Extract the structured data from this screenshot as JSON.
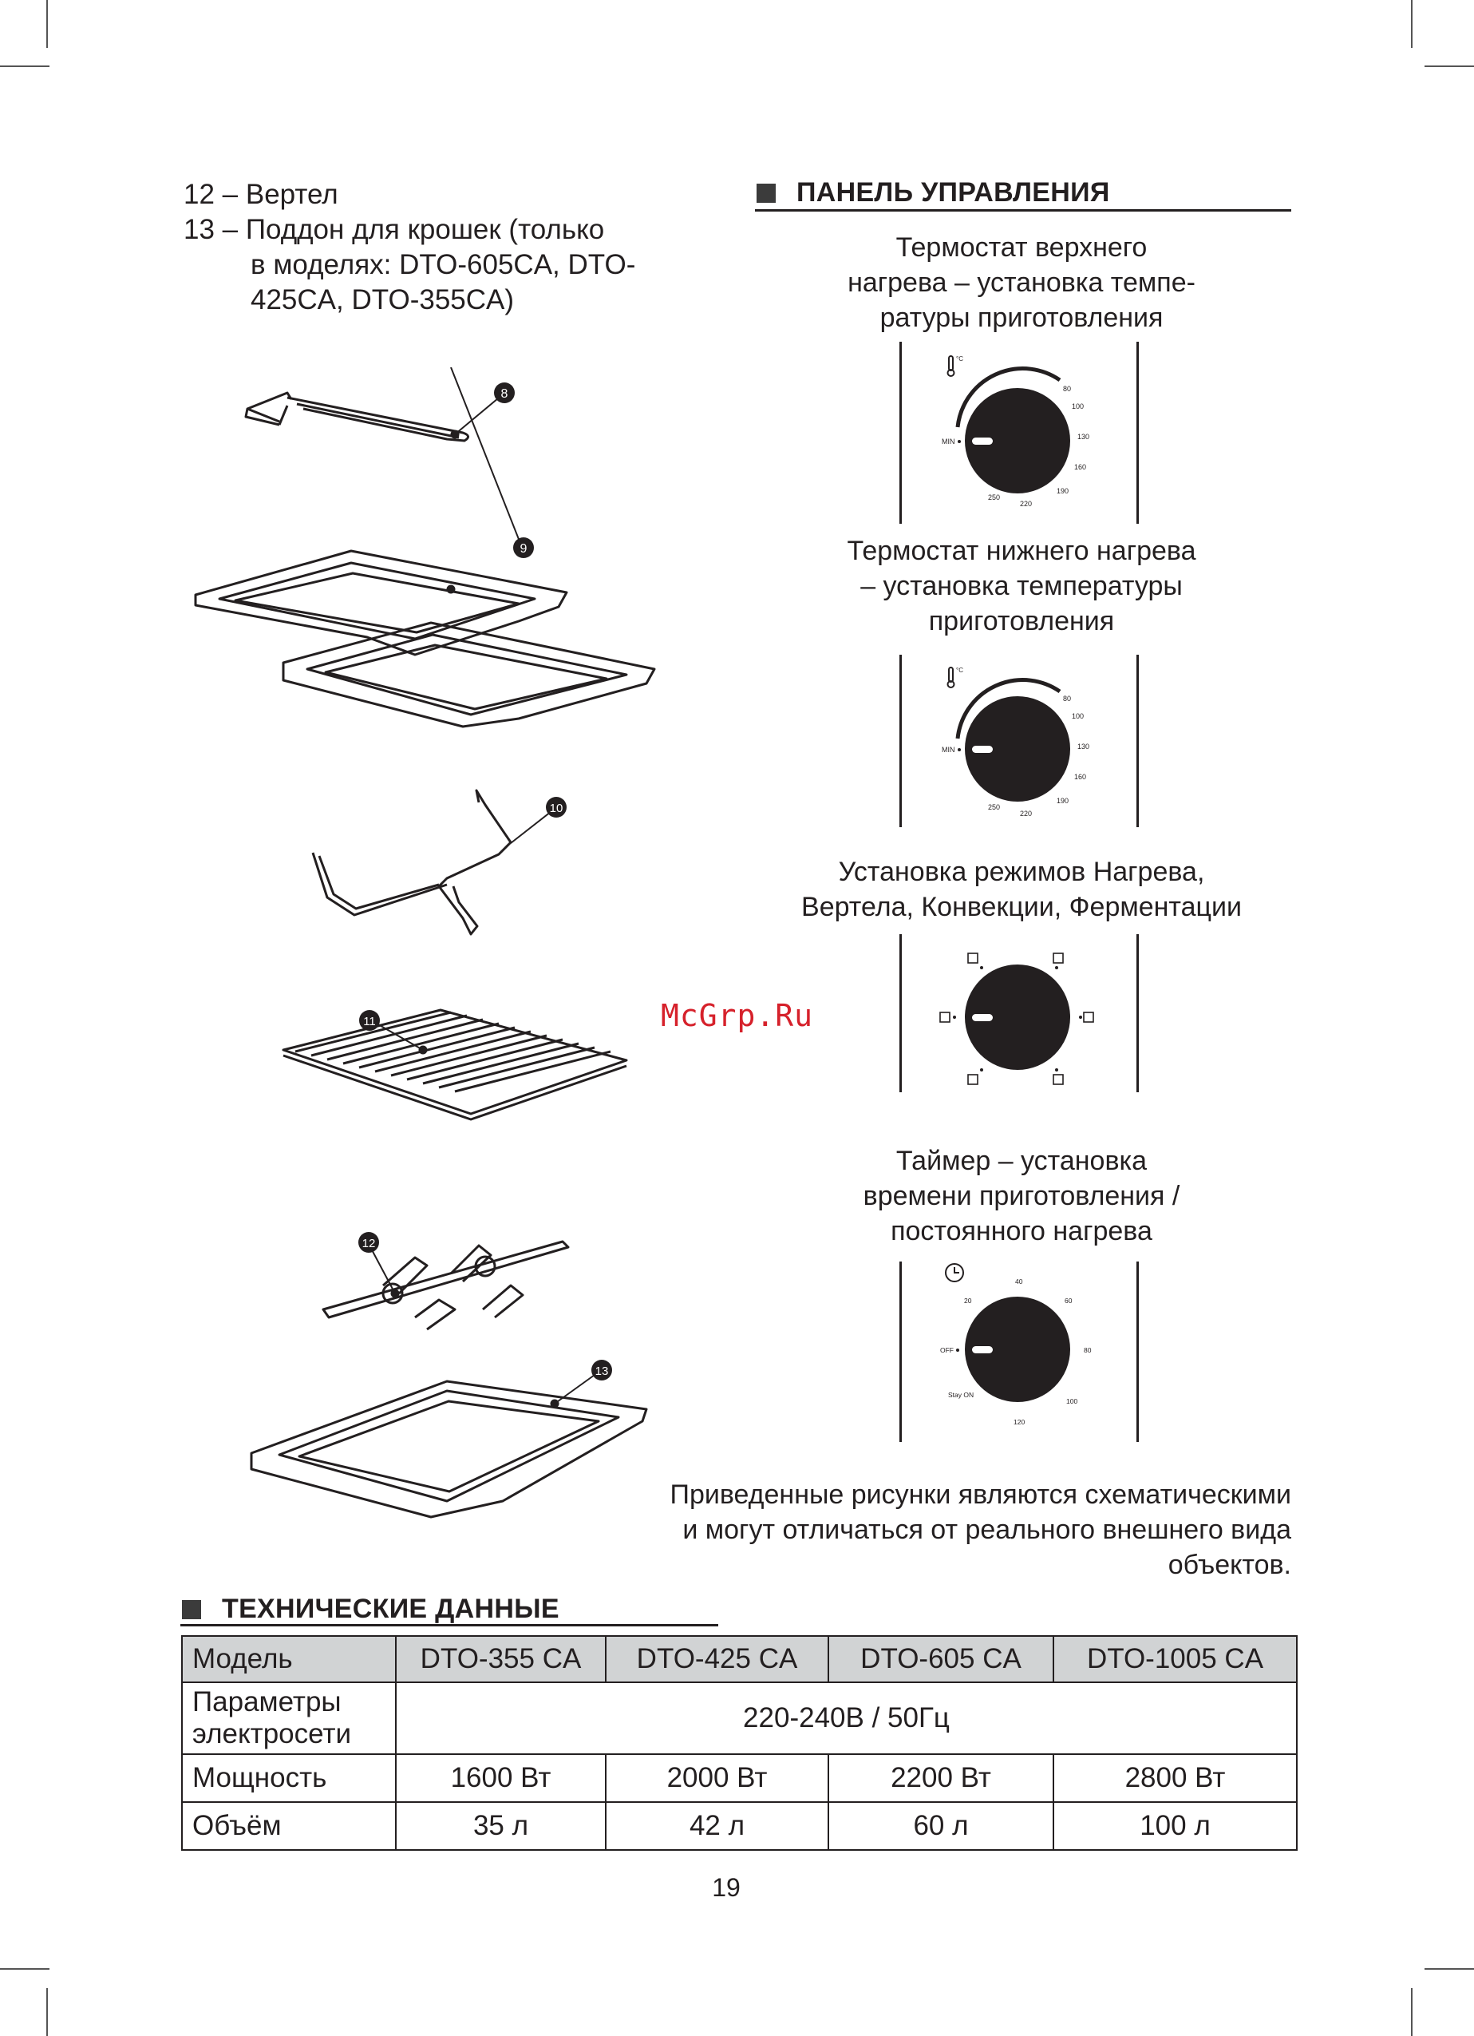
{
  "list": {
    "item12": {
      "num": "12 –",
      "text": "Вертел"
    },
    "item13": {
      "num": "13 –",
      "line1": "Поддон для крошек (только",
      "line2": "в моделях: DTO-605CA, DTO-",
      "line3": "425CA, DTO-355CA)"
    }
  },
  "callouts": [
    "8",
    "9",
    "10",
    "11",
    "12",
    "13"
  ],
  "panel": {
    "title": "ПАНЕЛЬ УПРАВЛЕНИЯ",
    "upper_caption": [
      "Термостат верхнего",
      "нагрева – установка темпе-",
      "ратуры приготовления"
    ],
    "lower_caption": [
      "Термостат нижнего нагрева",
      "– установка температуры",
      "приготовления"
    ],
    "mode_caption": [
      "Установка режимов Нагрева,",
      "Вертела, Конвекции, Ферментации"
    ],
    "timer_caption": [
      "Таймер – установка",
      "времени приготовления /",
      "постоянного нагрева"
    ],
    "thermo_labels": {
      "min": "MIN",
      "t80": "80",
      "t100": "100",
      "t130": "130",
      "t160": "160",
      "t190": "190",
      "t220": "220",
      "t250": "250",
      "unit": "°C"
    },
    "timer_labels": {
      "off": "OFF",
      "stay": "Stay ON",
      "t20": "20",
      "t40": "40",
      "t60": "60",
      "t80": "80",
      "t100": "100",
      "t120": "120"
    }
  },
  "note": [
    "Приведенные рисунки являются схематическими",
    "и могут отличаться от реального внешнего вида",
    "объектов."
  ],
  "watermark": "McGrp.Ru",
  "spec": {
    "title": "ТЕХНИЧЕСКИЕ ДАННЫЕ",
    "header": [
      "Модель",
      "DTO-355 CA",
      "DTO-425 CA",
      "DTO-605 CA",
      "DTO-1005 CA"
    ],
    "power_supply": {
      "label_l1": "Параметры",
      "label_l2": "электросети",
      "value": "220-240В / 50Гц"
    },
    "power": {
      "label": "Мощность",
      "values": [
        "1600 Вт",
        "2000 Вт",
        "2200 Вт",
        "2800 Вт"
      ]
    },
    "volume": {
      "label": "Объём",
      "values": [
        "35 л",
        "42 л",
        "60 л",
        "100 л"
      ]
    }
  },
  "page_number": "19"
}
